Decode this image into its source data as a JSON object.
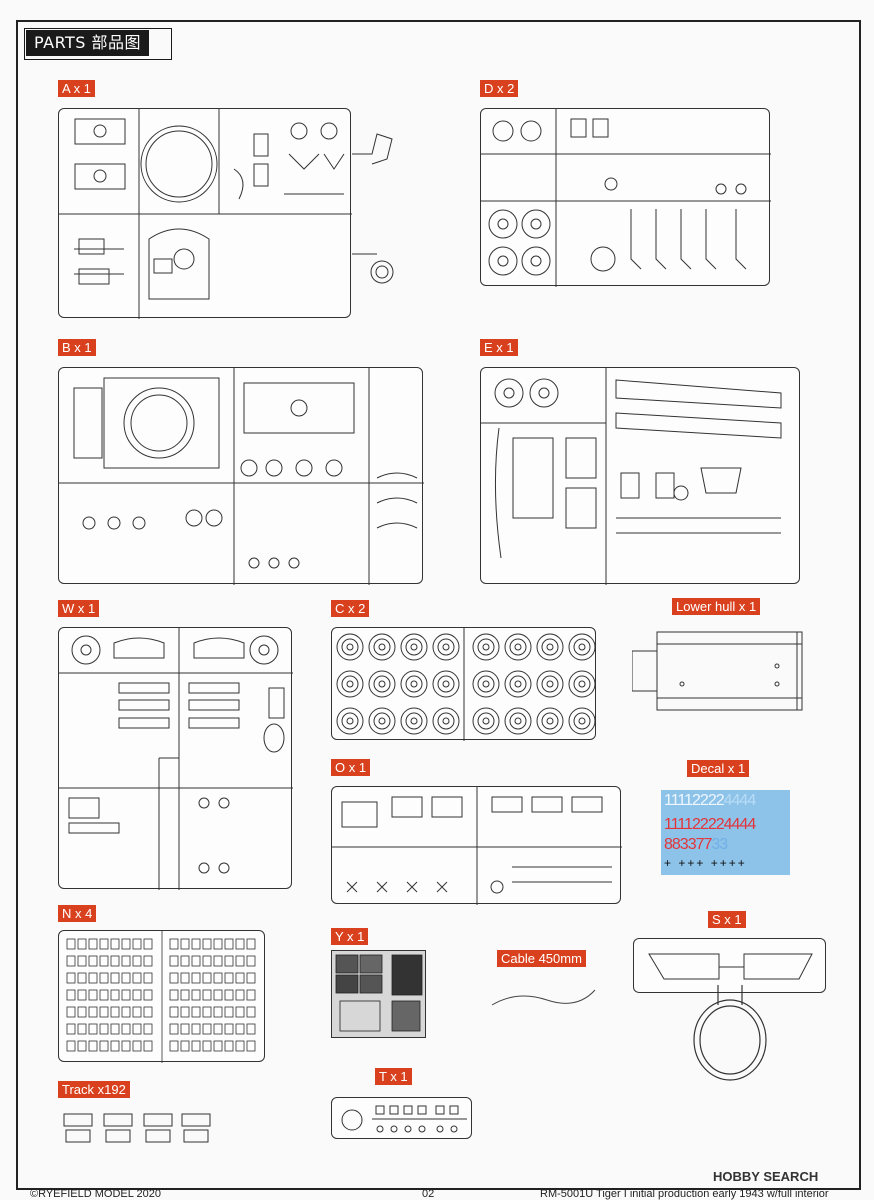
{
  "header": {
    "title": "PARTS  部品图"
  },
  "sections": {
    "a": "A x 1",
    "d": "D x 2",
    "b": "B x 1",
    "e": "E x 1",
    "w": "W x 1",
    "c": "C x 2",
    "lower_hull": "Lower hull x 1",
    "o": "O x 1",
    "decal": "Decal x 1",
    "n": "N x 4",
    "y": "Y x 1",
    "cable": "Cable  450mm",
    "s": "S x 1",
    "track": "Track x192",
    "t": "T x 1"
  },
  "decal_sheet": {
    "row1": "11112222",
    "row1_end": "4444",
    "row2": "11112222",
    "row2_end": "4444",
    "row3a": "883377",
    "row3b": "33",
    "row4": "+ +++ ++++"
  },
  "footer": {
    "copyright": "©RYEFIELD MODEL 2020",
    "page": "02",
    "product": "RM-5001U Tiger I initial production early 1943 w/full interior"
  },
  "watermark": "HOBBY SEARCH",
  "colors": {
    "tag": "#d9411e",
    "decal_bg": "#8ec3e9",
    "decal_red": "#e2343a"
  }
}
